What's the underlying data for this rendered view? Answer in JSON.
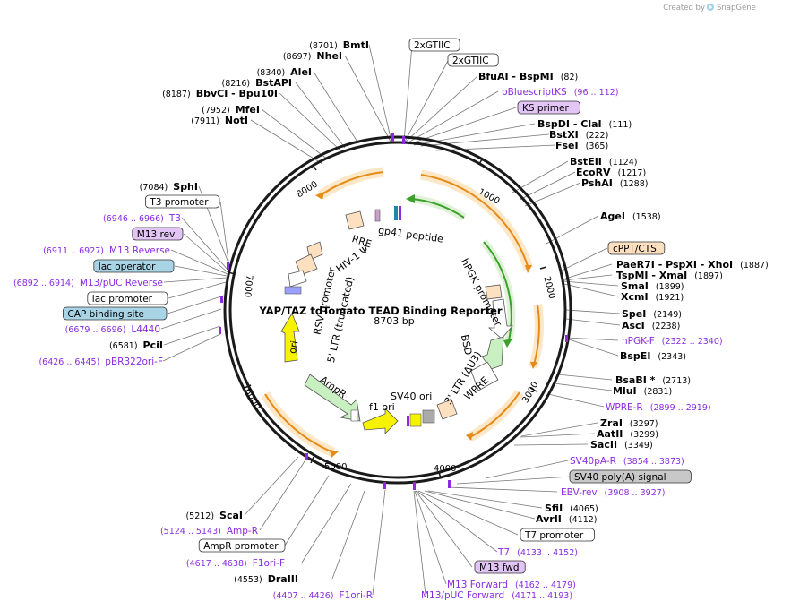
{
  "header": {
    "credit_prefix": "Created by",
    "credit_brand": "SnapGene"
  },
  "plasmid": {
    "name": "YAP/TAZ tdTomato TEAD Binding Reporter",
    "size": "8703 bp",
    "total": 8703
  },
  "ticks": [
    "1000",
    "2000",
    "3000",
    "4000",
    "5000",
    "6000",
    "7000",
    "8000"
  ],
  "left_labels": [
    {
      "name": "BmtI",
      "pos": "(8701)",
      "type": "enzyme"
    },
    {
      "name": "NheI",
      "pos": "(8697)",
      "type": "enzyme"
    },
    {
      "name": "AleI",
      "pos": "(8340)",
      "type": "enzyme"
    },
    {
      "name": "BstAPI",
      "pos": "(8216)",
      "type": "enzyme"
    },
    {
      "name": "BbvCI  - Bpu10I",
      "pos": "(8187)",
      "type": "enzyme"
    },
    {
      "name": "MfeI",
      "pos": "(7952)",
      "type": "enzyme"
    },
    {
      "name": "NotI",
      "pos": "(7911)",
      "type": "enzyme"
    },
    {
      "name": "SphI",
      "pos": "(7084)",
      "type": "enzyme"
    },
    {
      "name": "T3 promoter",
      "pos": "",
      "type": "box-white"
    },
    {
      "name": "T3",
      "pos": "(6946 .. 6966)",
      "type": "primer"
    },
    {
      "name": "M13 rev",
      "pos": "",
      "type": "box-purple"
    },
    {
      "name": "M13 Reverse",
      "pos": "(6911 .. 6927)",
      "type": "primer"
    },
    {
      "name": "lac operator",
      "pos": "",
      "type": "box-blue"
    },
    {
      "name": "M13/pUC Reverse",
      "pos": "(6892 .. 6914)",
      "type": "primer"
    },
    {
      "name": "lac promoter",
      "pos": "",
      "type": "box-white"
    },
    {
      "name": "CAP binding site",
      "pos": "",
      "type": "box-blue"
    },
    {
      "name": "L4440",
      "pos": "(6679 .. 6696)",
      "type": "primer"
    },
    {
      "name": "PciI",
      "pos": "(6581)",
      "type": "enzyme"
    },
    {
      "name": "pBR322ori-F",
      "pos": "(6426 .. 6445)",
      "type": "primer"
    },
    {
      "name": "ScaI",
      "pos": "(5212)",
      "type": "enzyme"
    },
    {
      "name": "Amp-R",
      "pos": "(5124 .. 5143)",
      "type": "primer"
    },
    {
      "name": "AmpR promoter",
      "pos": "",
      "type": "box-white"
    },
    {
      "name": "F1ori-F",
      "pos": "(4617 .. 4638)",
      "type": "primer"
    },
    {
      "name": "DraIII",
      "pos": "(4553)",
      "type": "enzyme"
    },
    {
      "name": "F1ori-R",
      "pos": "(4407 .. 4426)",
      "type": "primer"
    }
  ],
  "right_labels": [
    {
      "name": "2xGTIIC",
      "pos": "",
      "type": "box-white"
    },
    {
      "name": "2xGTIIC",
      "pos": "",
      "type": "box-white"
    },
    {
      "name": "BfuAI  - BspMI",
      "pos": "(82)",
      "type": "enzyme"
    },
    {
      "name": "pBluescriptKS",
      "pos": "(96 .. 112)",
      "type": "primer"
    },
    {
      "name": "KS primer",
      "pos": "",
      "type": "box-purple"
    },
    {
      "name": "BspDI  - ClaI",
      "pos": "(111)",
      "type": "enzyme"
    },
    {
      "name": "BstXI",
      "pos": "(222)",
      "type": "enzyme"
    },
    {
      "name": "FseI",
      "pos": "(365)",
      "type": "enzyme"
    },
    {
      "name": "BstEII",
      "pos": "(1124)",
      "type": "enzyme"
    },
    {
      "name": "EcoRV",
      "pos": "(1217)",
      "type": "enzyme"
    },
    {
      "name": "PshAI",
      "pos": "(1288)",
      "type": "enzyme"
    },
    {
      "name": "AgeI",
      "pos": "(1538)",
      "type": "enzyme"
    },
    {
      "name": "cPPT/CTS",
      "pos": "",
      "type": "box-orange"
    },
    {
      "name": "PaeR7I  - PspXI  - XhoI",
      "pos": "(1887)",
      "type": "enzyme"
    },
    {
      "name": "TspMI  - XmaI",
      "pos": "(1897)",
      "type": "enzyme"
    },
    {
      "name": "SmaI",
      "pos": "(1899)",
      "type": "enzyme"
    },
    {
      "name": "XcmI",
      "pos": "(1921)",
      "type": "enzyme"
    },
    {
      "name": "SpeI",
      "pos": "(2149)",
      "type": "enzyme"
    },
    {
      "name": "AscI",
      "pos": "(2238)",
      "type": "enzyme"
    },
    {
      "name": "hPGK-F",
      "pos": "(2322 .. 2340)",
      "type": "primer"
    },
    {
      "name": "BspEI",
      "pos": "(2343)",
      "type": "enzyme"
    },
    {
      "name": "BsaBI *",
      "pos": "(2713)",
      "type": "enzyme"
    },
    {
      "name": "MluI",
      "pos": "(2831)",
      "type": "enzyme"
    },
    {
      "name": "WPRE-R",
      "pos": "(2899 .. 2919)",
      "type": "primer"
    },
    {
      "name": "ZraI",
      "pos": "(3297)",
      "type": "enzyme"
    },
    {
      "name": "AatII",
      "pos": "(3299)",
      "type": "enzyme"
    },
    {
      "name": "SacII",
      "pos": "(3349)",
      "type": "enzyme"
    },
    {
      "name": "SV40pA-R",
      "pos": "(3854 .. 3873)",
      "type": "primer"
    },
    {
      "name": "SV40 poly(A) signal",
      "pos": "",
      "type": "box-gray"
    },
    {
      "name": "EBV-rev",
      "pos": "(3908 .. 3927)",
      "type": "primer"
    },
    {
      "name": "SfiI",
      "pos": "(4065)",
      "type": "enzyme"
    },
    {
      "name": "AvrII",
      "pos": "(4112)",
      "type": "enzyme"
    },
    {
      "name": "T7 promoter",
      "pos": "",
      "type": "box-white"
    },
    {
      "name": "T7",
      "pos": "(4133 .. 4152)",
      "type": "primer"
    },
    {
      "name": "M13 fwd",
      "pos": "",
      "type": "box-purple"
    },
    {
      "name": "M13 Forward",
      "pos": "(4162 .. 4179)",
      "type": "primer"
    },
    {
      "name": "M13/pUC Forward",
      "pos": "(4171 .. 4193)",
      "type": "primer"
    }
  ],
  "inner_features": [
    "RRE",
    "gp41 peptide",
    "HIV-1 Ψ",
    "5' LTR (truncated)",
    "RSV promoter",
    "ori",
    "hPGK promoter",
    "BSD",
    "WPRE",
    "3' LTR (ΔU3)",
    "SV40 ori",
    "f1 ori",
    "AmpR"
  ],
  "colors": {
    "enzyme": "#000000",
    "primer": "#8a2be2",
    "cds_orange": "#f5a623",
    "cds_green": "#3ca02c",
    "backbone": "#1a1a1a"
  }
}
